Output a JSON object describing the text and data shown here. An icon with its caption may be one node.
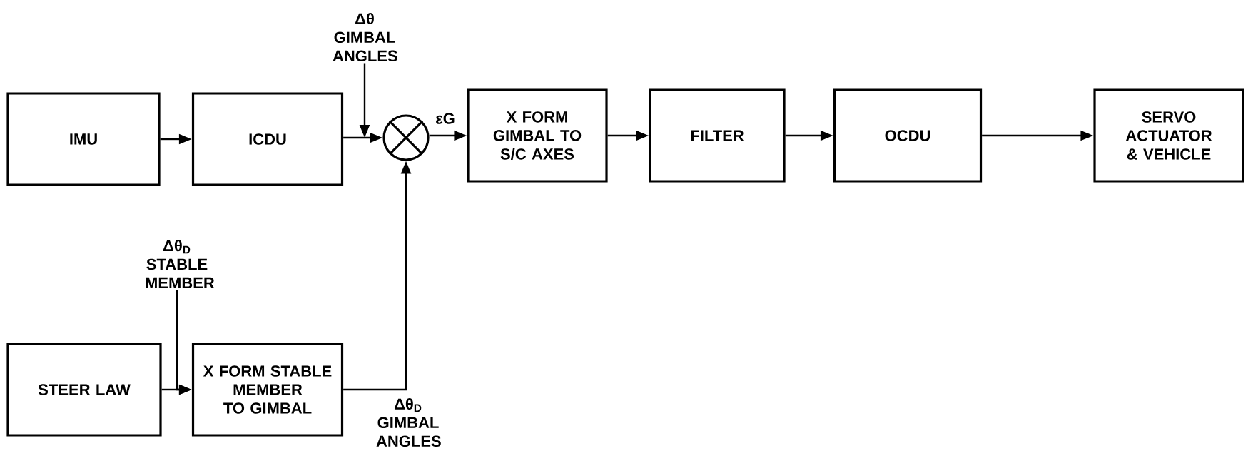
{
  "diagram": {
    "nodes": [
      {
        "text": [
          "IMU"
        ]
      },
      {
        "text": [
          "ICDU"
        ]
      },
      {
        "text": [],
        "shape": "circle"
      },
      {
        "text": [
          "X FORM GIMBAL TO S/C AXES"
        ]
      },
      {
        "text": [
          "FILTER"
        ]
      },
      {
        "text": [
          "OCDU"
        ]
      },
      {
        "text": [
          "SERVO ACTUATOR & VEHICLE"
        ]
      },
      {
        "text": [
          "STEER LAW"
        ]
      },
      {
        "text": [
          "X FORM STABLE MEMBER TO GIMBAL"
        ]
      },
      {
        "text": [
          "Δθ",
          "GIMBAL ANGLES"
        ]
      },
      {
        "text": [
          "Δθ$_{D}$",
          "STABLE MEMBER"
        ]
      }
    ],
    "edges": [
      {
        "from": 0,
        "to": 1,
        "arrow": "to"
      },
      {
        "from": 1,
        "to": 2,
        "arrow": "to"
      },
      {
        "from": 2,
        "to": 3,
        "arrow": "to",
        "label": "εG"
      },
      {
        "from": 3,
        "to": 4,
        "arrow": "to"
      },
      {
        "from": 4,
        "to": 5,
        "arrow": "to"
      },
      {
        "from": 5,
        "to": 6,
        "arrow": "to"
      },
      {
        "from": 7,
        "to": 8,
        "arrow": "to"
      },
      {
        "from": 8,
        "to": 2,
        "arrow": "to",
        "label": "Δθ$_{D}$ GIMBAL ANGLES"
      },
      {
        "from": 9,
        "to": null,
        "arrow": "to"
      },
      {
        "from": 10,
        "to": 8,
        "arrow": "to"
      }
    ]
  }
}
